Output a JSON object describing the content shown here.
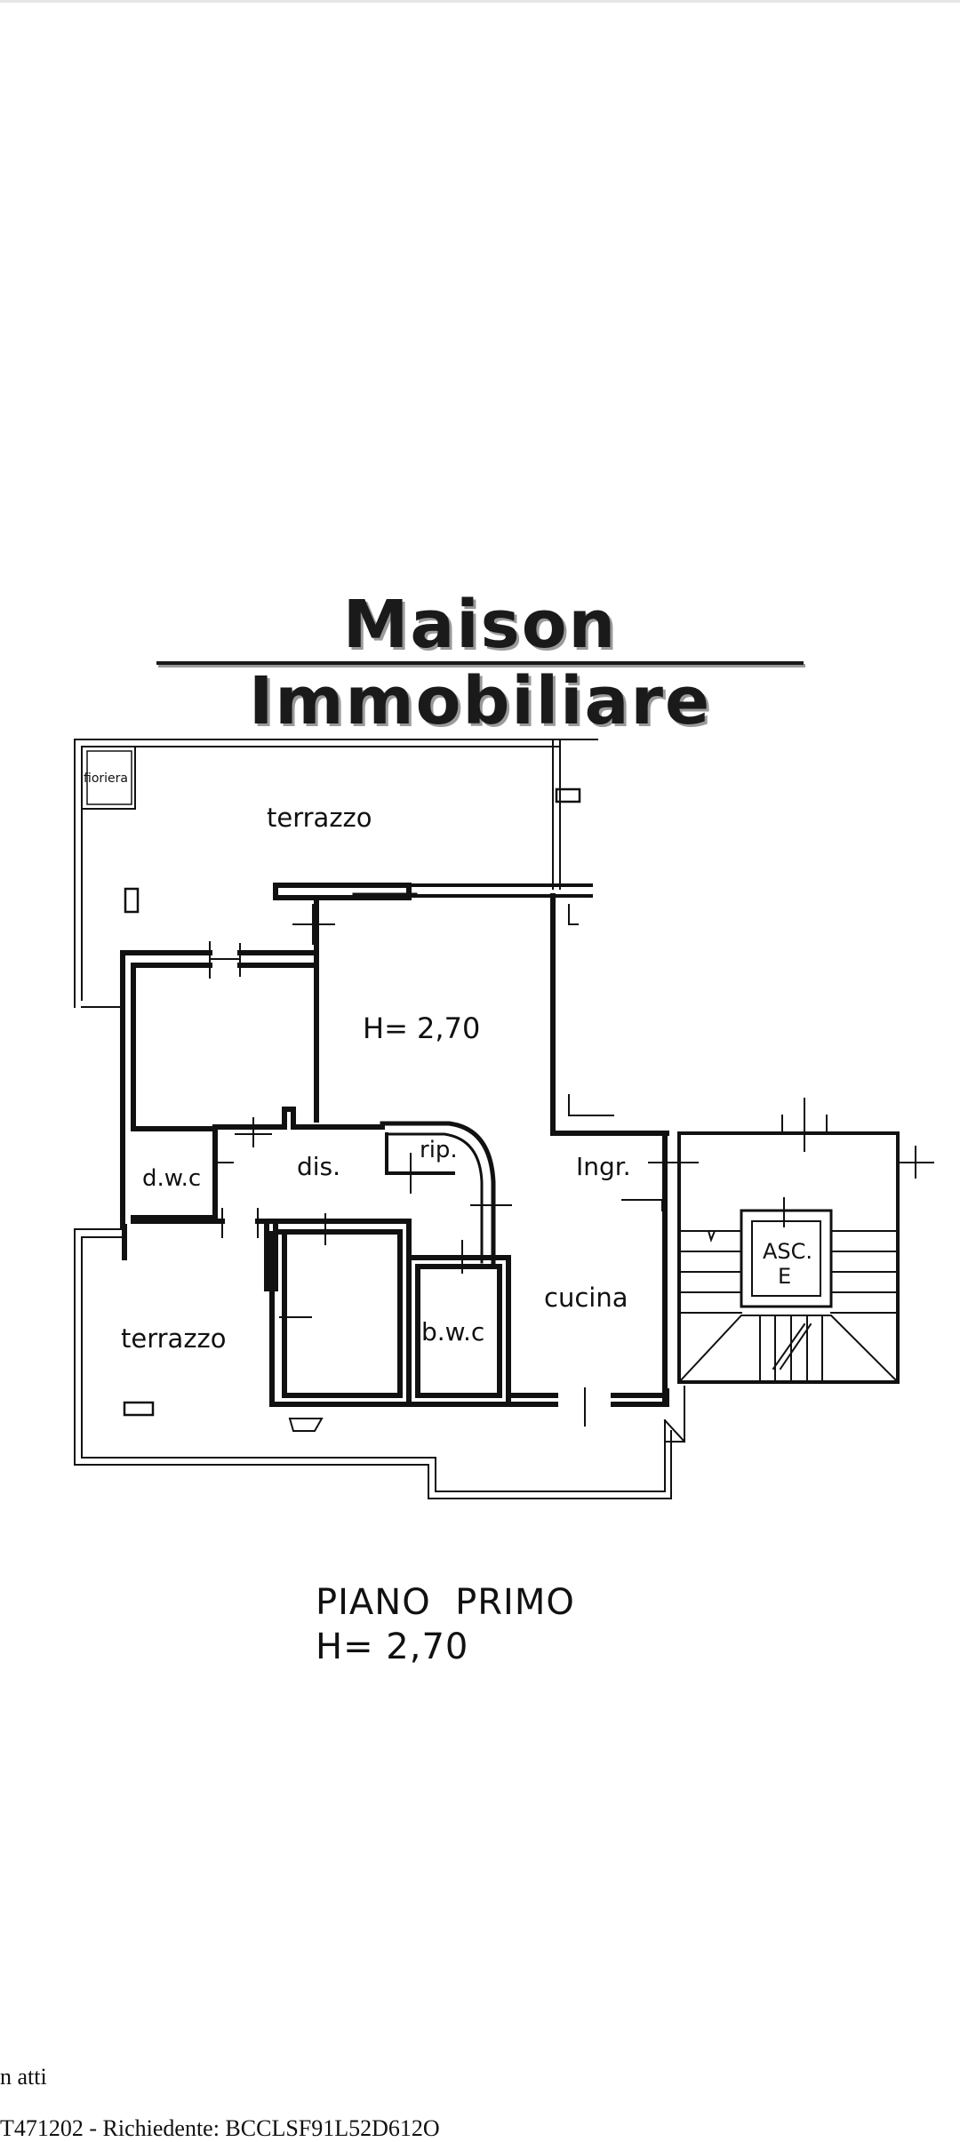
{
  "brand": {
    "title": "Maison Immobiliare"
  },
  "plan": {
    "rooms": {
      "fioriera": "fioriera",
      "terrazzo_top": "terrazzo",
      "height_main": "H= 2,70",
      "dwc": "d.w.c",
      "dis": "dis.",
      "rip": "rip.",
      "ingr": "Ingr.",
      "asc_line1": "ASC.",
      "asc_line2": "E",
      "cucina": "cucina",
      "bwc": "b.w.c",
      "terrazzo_bottom": "terrazzo"
    }
  },
  "caption": {
    "floor": "PIANO  PRIMO",
    "height": "H= 2,70"
  },
  "footer": {
    "line1": "n atti",
    "line2": "T471202 - Richiedente: BCCLSF91L52D612O"
  }
}
